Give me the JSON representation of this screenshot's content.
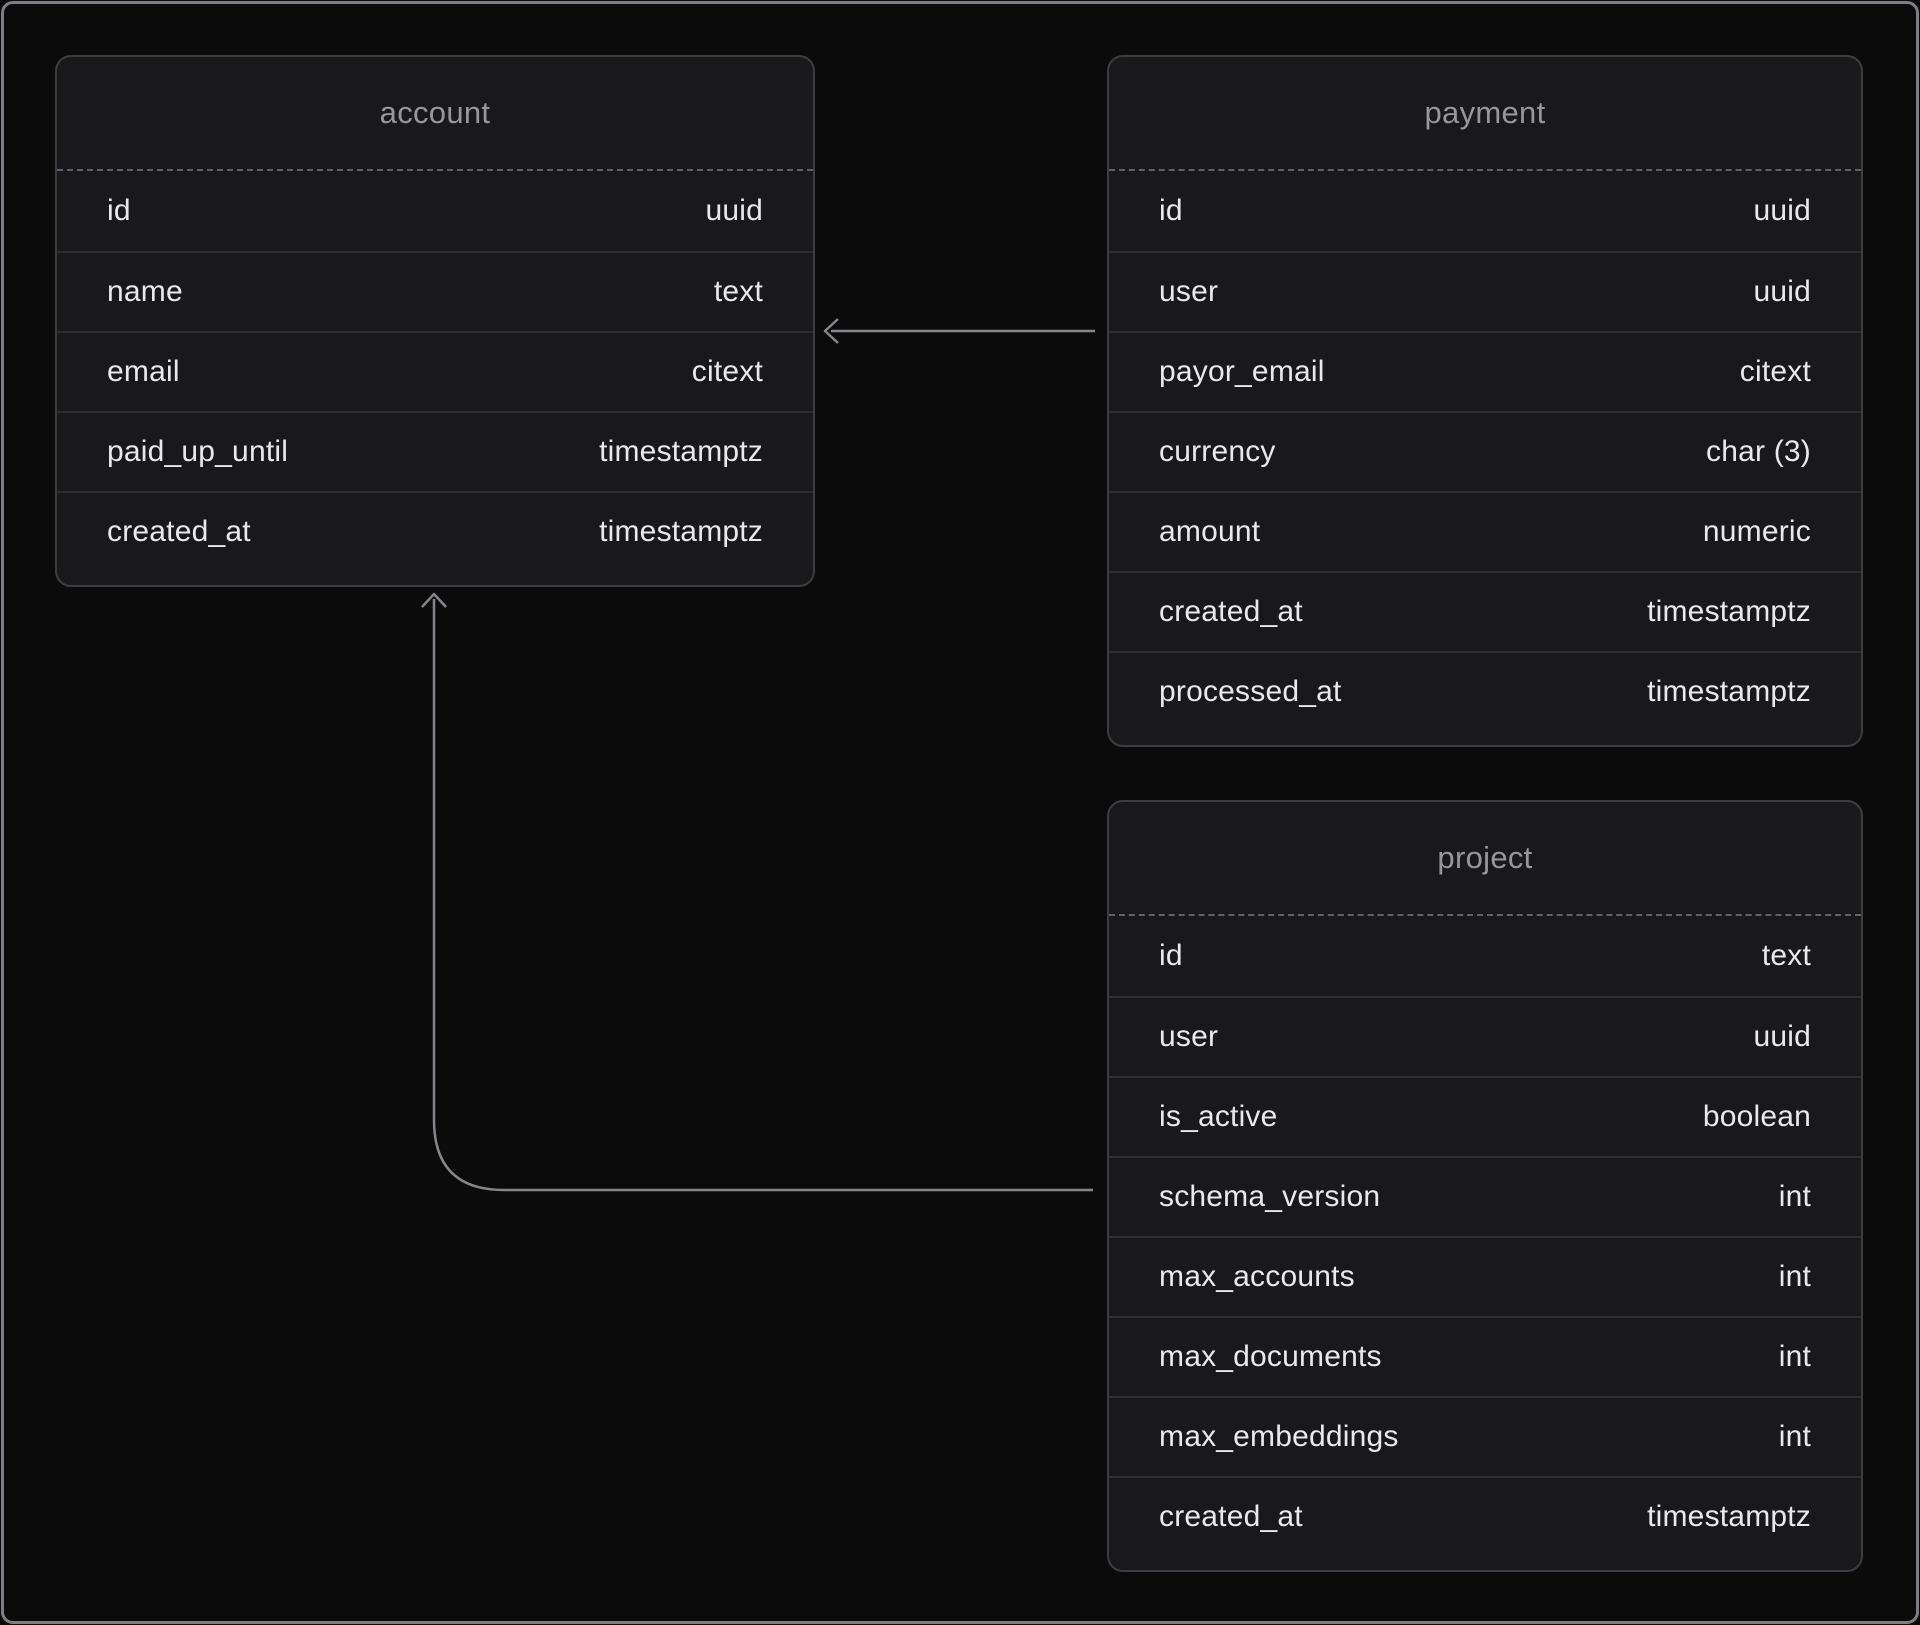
{
  "diagram": {
    "kind": "database-schema-er-diagram",
    "tables": [
      {
        "name": "account",
        "columns": [
          {
            "field": "id",
            "type": "uuid"
          },
          {
            "field": "name",
            "type": "text"
          },
          {
            "field": "email",
            "type": "citext"
          },
          {
            "field": "paid_up_until",
            "type": "timestamptz"
          },
          {
            "field": "created_at",
            "type": "timestamptz"
          }
        ]
      },
      {
        "name": "payment",
        "columns": [
          {
            "field": "id",
            "type": "uuid"
          },
          {
            "field": "user",
            "type": "uuid"
          },
          {
            "field": "payor_email",
            "type": "citext"
          },
          {
            "field": "currency",
            "type": "char (3)"
          },
          {
            "field": "amount",
            "type": "numeric"
          },
          {
            "field": "created_at",
            "type": "timestamptz"
          },
          {
            "field": "processed_at",
            "type": "timestamptz"
          }
        ]
      },
      {
        "name": "project",
        "columns": [
          {
            "field": "id",
            "type": "text"
          },
          {
            "field": "user",
            "type": "uuid"
          },
          {
            "field": "is_active",
            "type": "boolean"
          },
          {
            "field": "schema_version",
            "type": "int"
          },
          {
            "field": "max_accounts",
            "type": "int"
          },
          {
            "field": "max_documents",
            "type": "int"
          },
          {
            "field": "max_embeddings",
            "type": "int"
          },
          {
            "field": "created_at",
            "type": "timestamptz"
          }
        ]
      }
    ],
    "relationships": [
      {
        "id": "payment-to-account",
        "from_table": "payment",
        "to_table": "account",
        "arrow": "left-chevron"
      },
      {
        "id": "project-to-account",
        "from_table": "project",
        "to_table": "account",
        "arrow": "up-chevron"
      }
    ],
    "colors": {
      "background": "#0b0b0c",
      "table_surface": "#19191b",
      "table_border": "#3c3d40",
      "row_divider": "#2e2f33",
      "header_divider": "#616267",
      "title_text": "#96979c",
      "cell_text": "#e8e9eb",
      "connector": "#85868a",
      "frame_border": "#7e7f82"
    }
  }
}
